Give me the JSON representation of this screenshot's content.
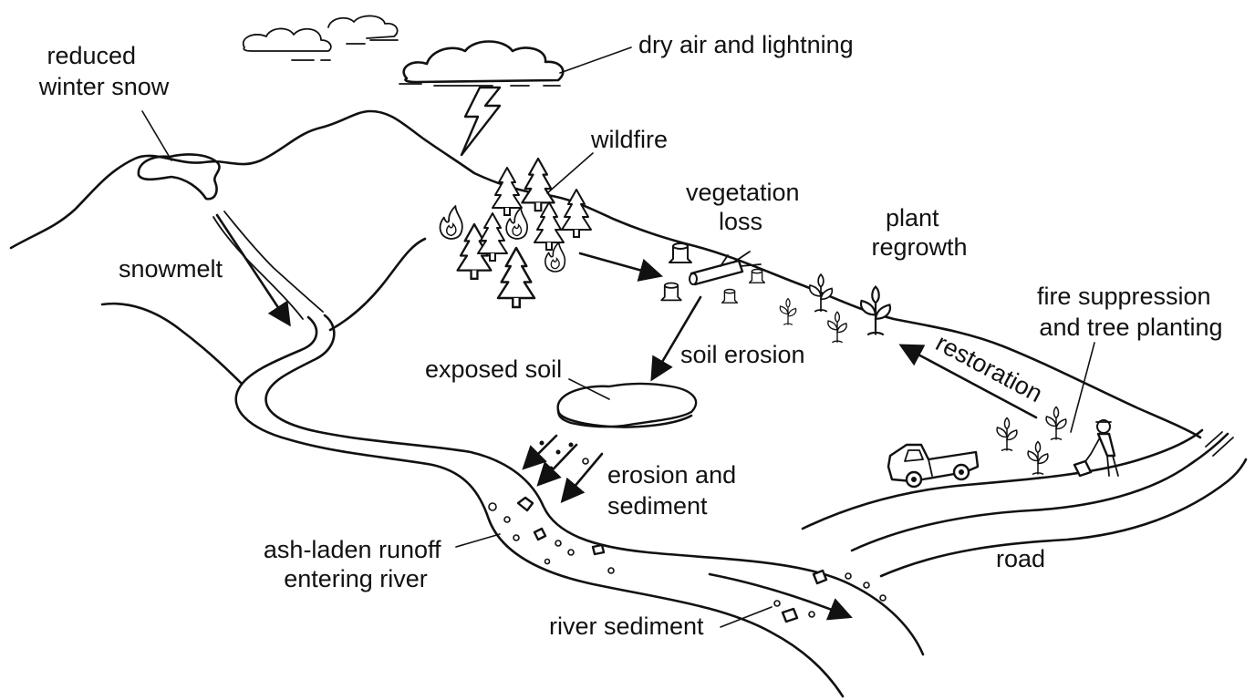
{
  "labels": {
    "reduced_winter_snow": [
      "reduced",
      "winter snow"
    ],
    "dry_air_lightning": "dry air and lightning",
    "wildfire": "wildfire",
    "vegetation_loss": [
      "vegetation",
      "loss"
    ],
    "plant_regrowth": [
      "plant",
      "regrowth"
    ],
    "snowmelt": "snowmelt",
    "fire_suppression": [
      "fire suppression",
      "and tree planting"
    ],
    "soil_erosion": "soil erosion",
    "exposed_soil": "exposed soil",
    "restoration": "restoration",
    "erosion_sediment": [
      "erosion and",
      "sediment"
    ],
    "ash_runoff": [
      "ash-laden runoff",
      "entering river"
    ],
    "road": "road",
    "river_sediment": "river sediment"
  },
  "icons": [
    "cloud-icon",
    "lightning-bolt-icon",
    "snow-patch-icon",
    "conifer-tree-icon",
    "flame-icon",
    "tree-stump-icon",
    "fallen-log-icon",
    "seedling-icon",
    "pickup-truck-icon",
    "worker-with-shovel-icon",
    "sediment-rock-icon"
  ]
}
